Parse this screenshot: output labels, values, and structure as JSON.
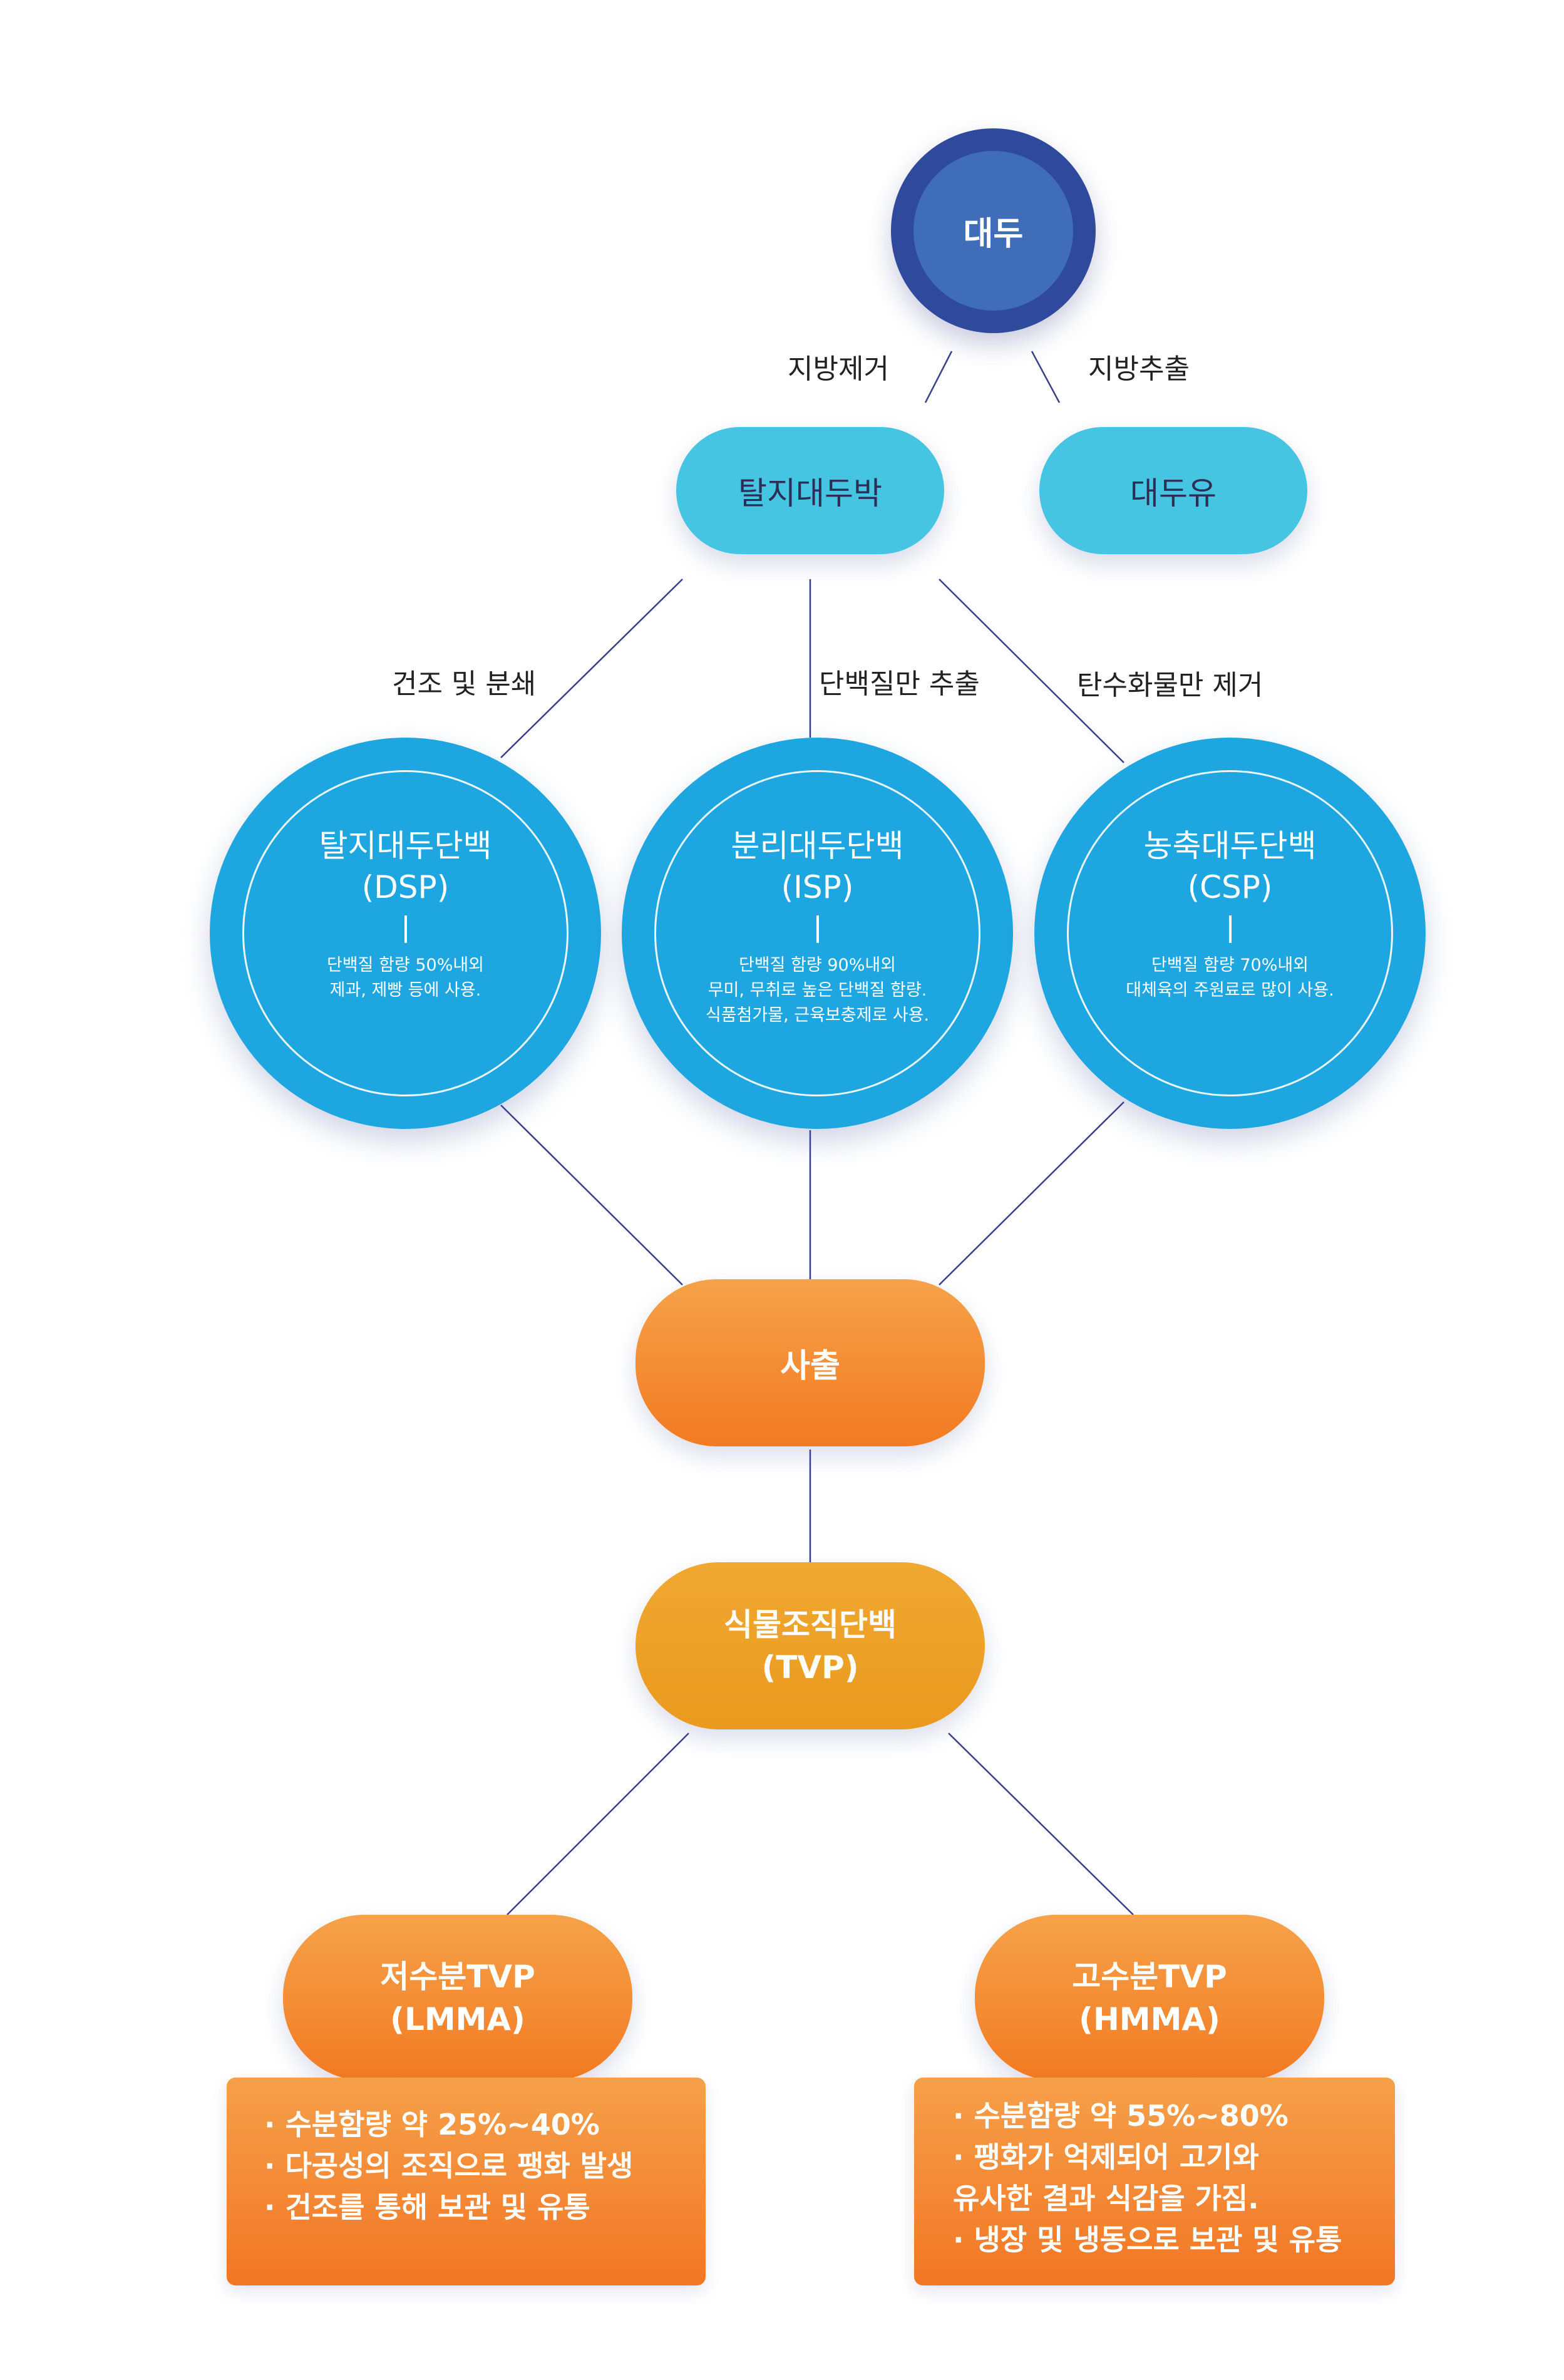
{
  "root": {
    "label": "대두"
  },
  "edges": {
    "left": "지방제거",
    "right": "지방추출",
    "dsp": "건조 및 분쇄",
    "isp": "단백질만 추출",
    "csp": "탄수화물만 제거"
  },
  "level1": {
    "defatted": "탈지대두박",
    "oil": "대두유"
  },
  "proteins": [
    {
      "name": "탈지대두단백",
      "abbr": "(DSP)",
      "desc": [
        "단백질 함량 50%내외",
        "제과, 제빵 등에 사용."
      ]
    },
    {
      "name": "분리대두단백",
      "abbr": "(ISP)",
      "desc": [
        "단백질 함량 90%내외",
        "무미, 무취로 높은 단백질 함량.",
        "식품첨가물, 근육보충제로 사용."
      ]
    },
    {
      "name": "농축대두단백",
      "abbr": "(CSP)",
      "desc": [
        "단백질 함량 70%내외",
        "대체육의 주원료로 많이 사용."
      ]
    }
  ],
  "process": {
    "label": "사출"
  },
  "tvp": {
    "line1": "식물조직단백",
    "line2": "(TVP)"
  },
  "lmma": {
    "line1": "저수분TVP",
    "line2": "(LMMA)",
    "details": [
      "· 수분함량 약 25%~40%",
      "· 다공성의 조직으로 팽화 발생",
      "· 건조를 통해 보관 및 유통"
    ]
  },
  "hmma": {
    "line1": "고수분TVP",
    "line2": "(HMMA)",
    "details": [
      "· 수분함량 약 55%~80%",
      "· 팽화가 억제되어 고기와",
      "유사한 결과 식감을 가짐.",
      "· 냉장 및 냉동으로 보관 및 유통"
    ]
  },
  "colors": {
    "root": "#2f4a9c",
    "root_inner": "#3f6db8",
    "cyan": "#45c5e2",
    "blue_circle": "#1ea6e0",
    "orange": "#f27a22",
    "amber": "#ea9a1e",
    "connector": "#3a3f8a"
  }
}
